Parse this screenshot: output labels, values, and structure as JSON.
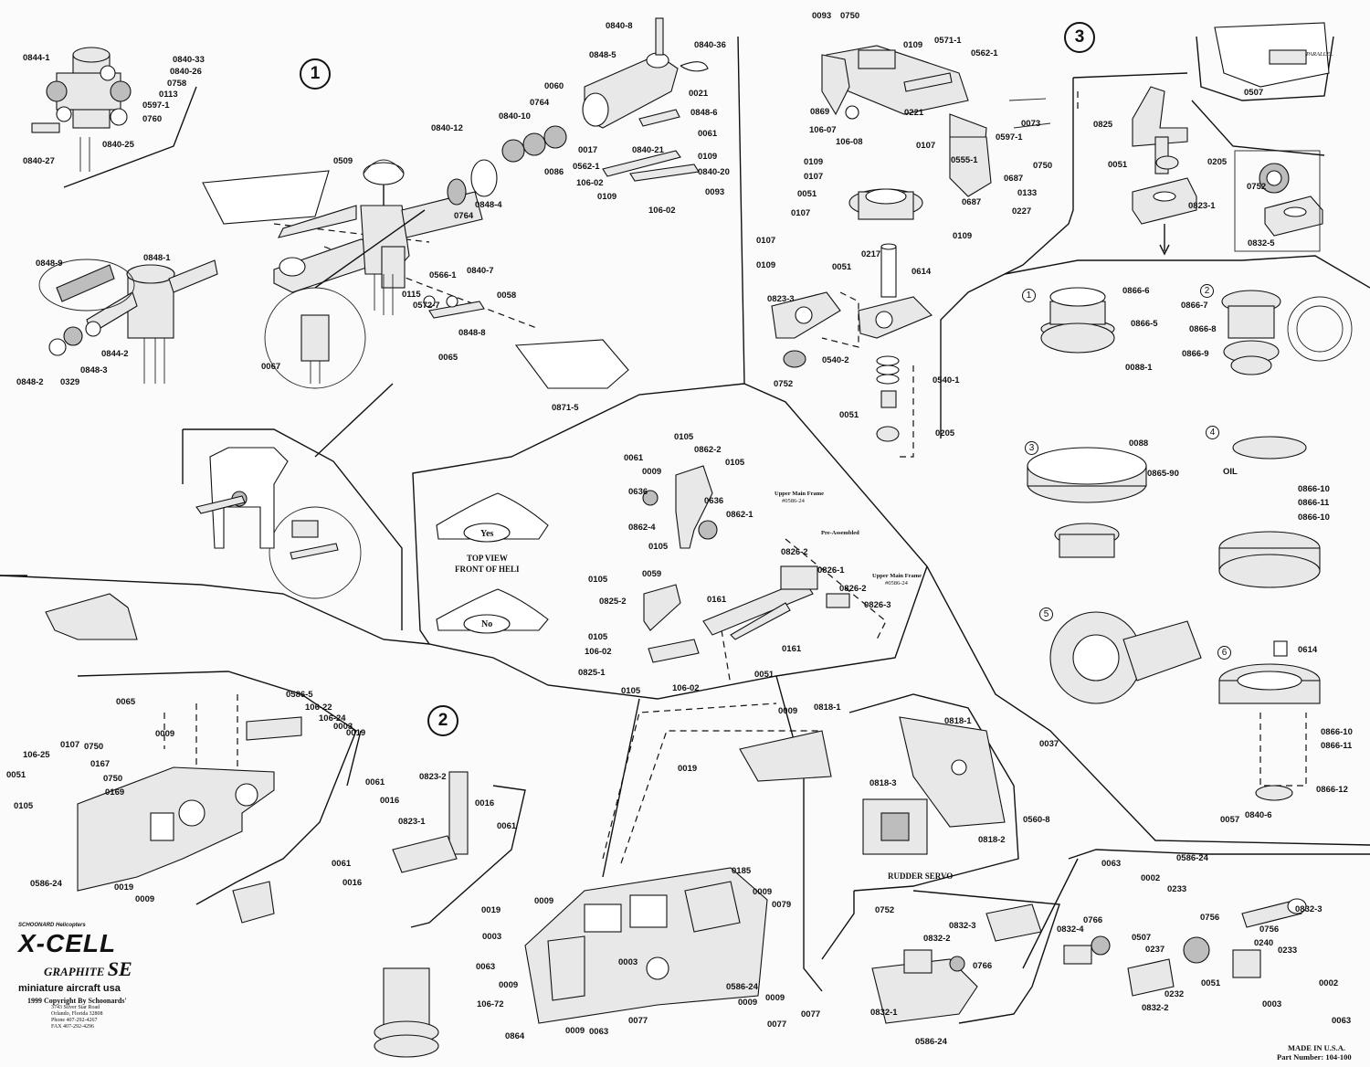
{
  "sections": {
    "s1": "1",
    "s2": "2",
    "s3": "3"
  },
  "subsections": {
    "a": "1",
    "b": "2",
    "c": "3",
    "d": "4",
    "e": "5",
    "f": "6"
  },
  "labels": {
    "l0844_1": "0844-1",
    "l0840_33": "0840-33",
    "l0840_26": "0840-26",
    "l0758": "0758",
    "l0113": "0113",
    "l0597_1a": "0597-1",
    "l0760": "0760",
    "l0840_25": "0840-25",
    "l0840_27": "0840-27",
    "l0840_8": "0840-8",
    "l0840_36": "0840-36",
    "l0848_5": "0848-5",
    "l0060": "0060",
    "l0021": "0021",
    "l0764a": "0764",
    "l0840_10": "0840-10",
    "l0840_12": "0840-12",
    "l0848_6": "0848-6",
    "l0061a": "0061",
    "l0017": "0017",
    "l0840_21": "0840-21",
    "l0109a": "0109",
    "l0562_1a": "0562-1",
    "l0840_20": "0840-20",
    "l0086": "0086",
    "l106_02a": "106-02",
    "l0109b": "0109",
    "l0093a": "0093",
    "l106_02b": "106-02",
    "l0509": "0509",
    "l0764b": "0764",
    "l0848_4": "0848-4",
    "l0848_9": "0848-9",
    "l0848_1": "0848-1",
    "l0844_2": "0844-2",
    "l0848_3": "0848-3",
    "l0848_2": "0848-2",
    "l0329": "0329",
    "l0067": "0067",
    "l0115": "0115",
    "l0566_1": "0566-1",
    "l0840_7": "0840-7",
    "l0058": "0058",
    "l0572_7": "0572-7",
    "l0848_8": "0848-8",
    "l0065a": "0065",
    "l0871_5": "0871-5",
    "l0093b": "0093",
    "l0750a": "0750",
    "l0109c": "0109",
    "l0571_1": "0571-1",
    "l0562_1b": "0562-1",
    "l0869": "0869",
    "l0221": "0221",
    "l106_07": "106-07",
    "l106_08": "106-08",
    "l0073": "0073",
    "l0597_1b": "0597-1",
    "l0107a": "0107",
    "l0555_1": "0555-1",
    "l0750b": "0750",
    "l0109d": "0109",
    "l0107b": "0107",
    "l0687a": "0687",
    "l0133": "0133",
    "l0051a": "0051",
    "l0687b": "0687",
    "l0227": "0227",
    "l0107c": "0107",
    "l0109e": "0109",
    "l0107d": "0107",
    "l0217": "0217",
    "l0109f": "0109",
    "l0051b": "0051",
    "l0614a": "0614",
    "l0823_3": "0823-3",
    "l0540_2": "0540-2",
    "l0540_1": "0540-1",
    "l0752a": "0752",
    "l0051c": "0051",
    "l0205a": "0205",
    "l0507a": "0507",
    "l0825": "0825",
    "l0051d": "0051",
    "l0205b": "0205",
    "l0752b": "0752",
    "l0823_1a": "0823-1",
    "l0832_5": "0832-5",
    "parallel": "PARALLEL",
    "l0866_6": "0866-6",
    "l0866_5": "0866-5",
    "l0088_1": "0088-1",
    "l0866_7": "0866-7",
    "l0866_8": "0866-8",
    "l0866_9": "0866-9",
    "l0088": "0088",
    "l0865_90": "0865-90",
    "oil": "OIL",
    "l0866_10a": "0866-10",
    "l0866_11a": "0866-11",
    "l0866_10b": "0866-10",
    "l0614b": "0614",
    "l0866_10c": "0866-10",
    "l0866_11b": "0866-11",
    "l0866_12": "0866-12",
    "l0057": "0057",
    "l0840_6": "0840-6",
    "l0061b": "0061",
    "l0105a": "0105",
    "l0862_2": "0862-2",
    "l0009a": "0009",
    "l0105b": "0105",
    "l0636a": "0636",
    "l0636b": "0636",
    "l0862_4": "0862-4",
    "l0862_1": "0862-1",
    "l0105c": "0105",
    "l0826_2a": "0826-2",
    "l0826_1": "0826-1",
    "l0826_2b": "0826-2",
    "l0826_3": "0826-3",
    "l0105d": "0105",
    "l0059": "0059",
    "l0161a": "0161",
    "l0825_2": "0825-2",
    "l0105e": "0105",
    "l106_02c": "106-02",
    "l0161b": "0161",
    "l0825_1": "0825-1",
    "l0051e": "0051",
    "l0105f": "0105",
    "l106_02d": "106-02",
    "l0065b": "0065",
    "l0009b": "0009",
    "l0586_5": "0586-5",
    "l106_22": "106-22",
    "l106_24": "106-24",
    "l0003a": "0003",
    "l0019a": "0019",
    "l106_25": "106-25",
    "l0107e": "0107",
    "l0750c": "0750",
    "l0167": "0167",
    "l0051f": "0051",
    "l0750d": "0750",
    "l0169": "0169",
    "l0105g": "0105",
    "l0586_24a": "0586-24",
    "l0019b": "0019",
    "l0009c": "0009",
    "l0823_2": "0823-2",
    "l0061c": "0061",
    "l0016a": "0016",
    "l0823_1b": "0823-1",
    "l0016b": "0016",
    "l0061d": "0061",
    "l0061e": "0061",
    "l0016c": "0016",
    "l0009d": "0009",
    "l0818_1a": "0818-1",
    "l0019c": "0019",
    "l0818_1b": "0818-1",
    "l0037": "0037",
    "l0818_3": "0818-3",
    "l0560_8": "0560-8",
    "l0818_2": "0818-2",
    "l0185": "0185",
    "l0019d": "0019",
    "l0009e": "0009",
    "l0009f": "0009",
    "l0079": "0079",
    "l0003b": "0003",
    "l0063a": "0063",
    "l0009g": "0009",
    "l106_72": "106-72",
    "l0003c": "0003",
    "l0586_24b": "0586-24",
    "l0009h": "0009",
    "l0009i": "0009",
    "l0077a": "0077",
    "l0864": "0864",
    "l0009j": "0009",
    "l0063b": "0063",
    "l0077b": "0077",
    "l0077c": "0077",
    "l0752c": "0752",
    "l0832_3a": "0832-3",
    "l0832_2a": "0832-2",
    "l0766a": "0766",
    "l0832_1": "0832-1",
    "l0586_24c": "0586-24",
    "l0063c": "0063",
    "l0586_24d": "0586-24",
    "l0002a": "0002",
    "l0233a": "0233",
    "l0832_3b": "0832-3",
    "l0766b": "0766",
    "l0832_4": "0832-4",
    "l0507b": "0507",
    "l0756a": "0756",
    "l0756b": "0756",
    "l0240": "0240",
    "l0237": "0237",
    "l0233b": "0233",
    "l0232": "0232",
    "l0051g": "0051",
    "l0832_2b": "0832-2",
    "l0002b": "0002",
    "l0003d": "0003",
    "l0063d": "0063"
  },
  "notes": {
    "top_view": "TOP VIEW",
    "front": "FRONT OF HELI",
    "yes": "Yes",
    "no": "No",
    "upper_main_frame_a": "Upper Main Frame",
    "upper_main_frame_num_a": "#0586-24",
    "pre_assembled": "Pre-Assembled",
    "upper_main_frame_b": "Upper Main Frame",
    "upper_main_frame_num_b": "#0586-24",
    "rudder_servo": "RUDDER SERVO"
  },
  "logo": {
    "brand": "SCHOONARD Helicopters",
    "name": "X-CELL",
    "graphite": "GRAPHITE",
    "se": "SE",
    "mini": "miniature aircraft usa",
    "copyright": "1999 Copyright By Schoonards'",
    "addr1": "3743 Silver Star Road",
    "addr2": "Orlando, Florida 32808",
    "phone": "Phone 407-292-4267",
    "fax": "FAX 407-292-4296"
  },
  "footer": {
    "made": "MADE IN U.S.A.",
    "part": "Part Number: 104-100"
  }
}
